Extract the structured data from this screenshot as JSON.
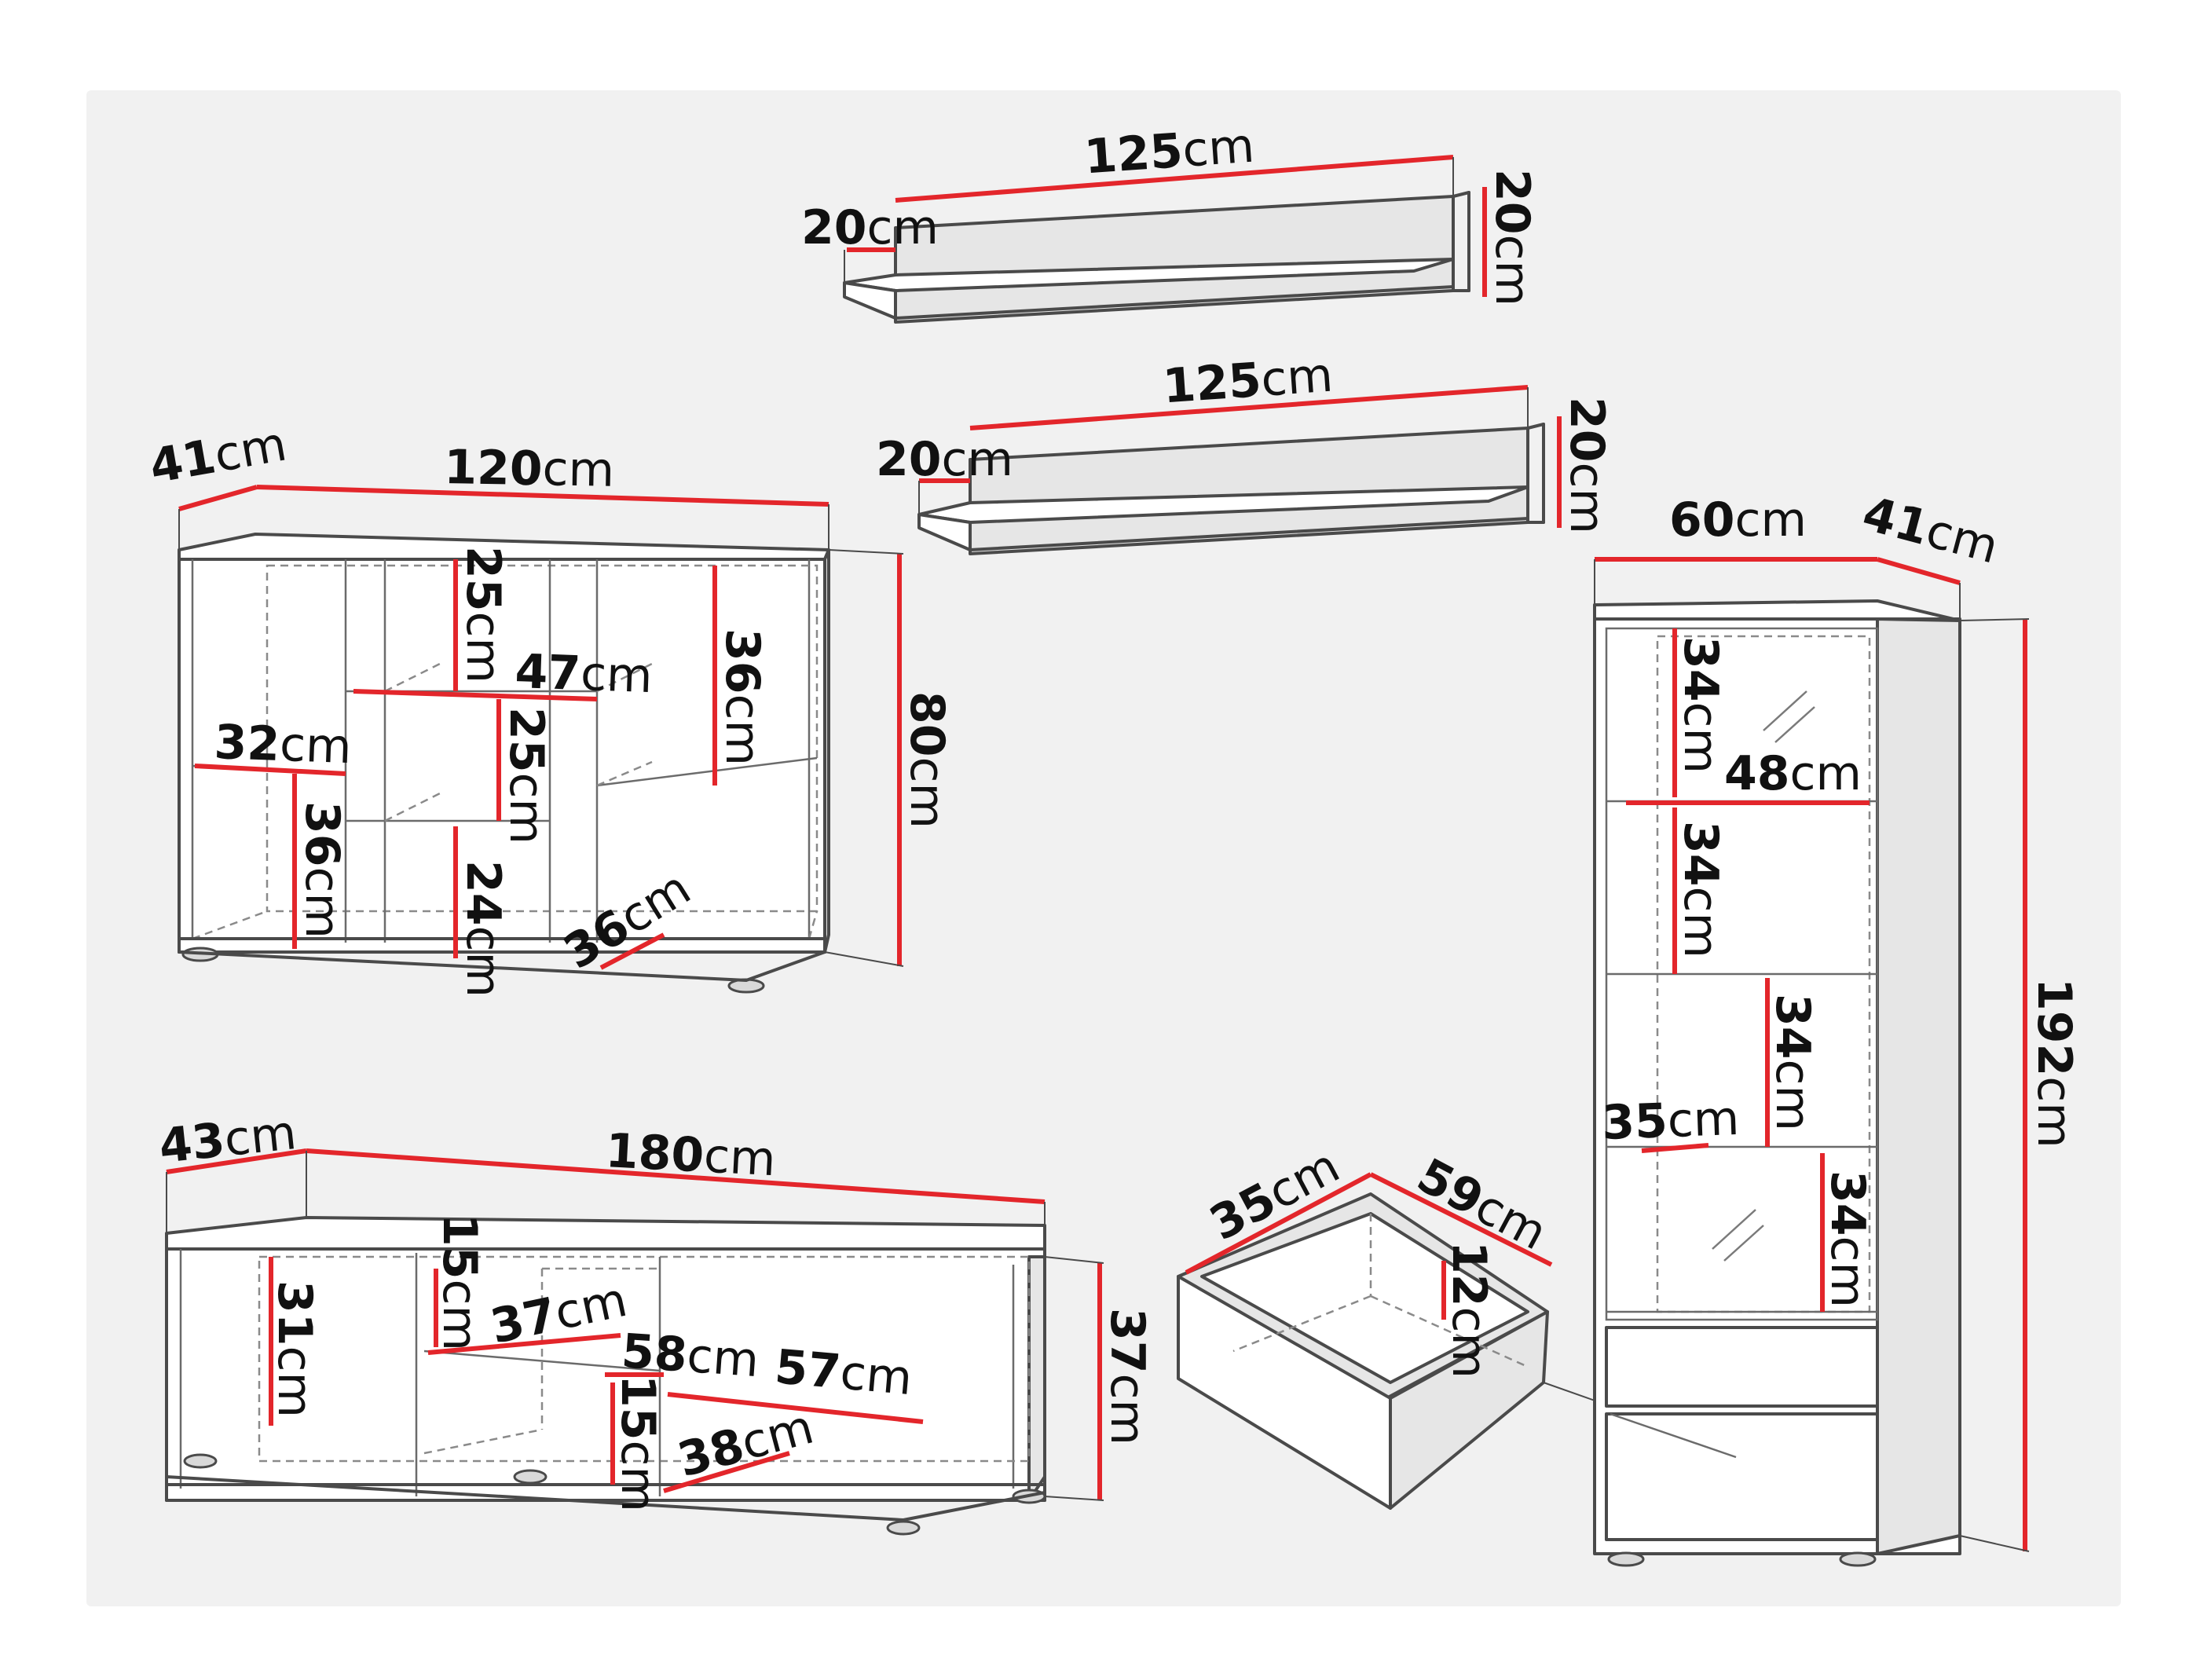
{
  "colors": {
    "dimension_line": "#e3262b",
    "outline": "#4a4a4a",
    "background": "#f1f1f1",
    "text": "#111111"
  },
  "units": "cm",
  "shelf_top": {
    "width": "125",
    "depth": "20",
    "height": "20"
  },
  "shelf_bottom": {
    "width": "125",
    "depth": "20",
    "height": "20"
  },
  "sideboard": {
    "depth": "41",
    "width": "120",
    "height": "80",
    "comp_top_mid_h": "25",
    "comp_top_right_h": "36",
    "shelf_w": "47",
    "comp_mid_h": "25",
    "comp_left_w": "32",
    "comp_left_h": "36",
    "comp_low_mid_h": "24",
    "comp_low_depth": "36"
  },
  "tv_stand": {
    "depth": "43",
    "width": "180",
    "height": "37",
    "comp_left_h": "31",
    "niche_top_h": "15",
    "niche_depth": "37",
    "niche_w": "58",
    "right_w": "57",
    "niche_low_h": "15",
    "niche_low_depth": "38"
  },
  "drawer": {
    "depth": "35",
    "width": "59",
    "height": "12"
  },
  "cabinet": {
    "width": "60",
    "depth": "41",
    "height": "192",
    "comp1_h": "34",
    "inner_w": "48",
    "comp2_h": "34",
    "comp3_h": "34",
    "comp3_depth": "35",
    "comp4_h": "34"
  }
}
